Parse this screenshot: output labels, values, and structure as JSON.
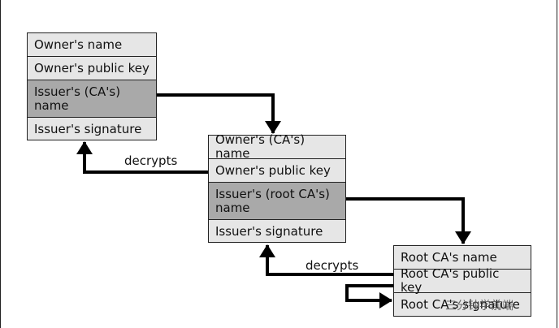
{
  "cert1": {
    "owner_name": "Owner's name",
    "owner_key": "Owner's public key",
    "issuer_name": "Issuer's (CA's) name",
    "issuer_sig": "Issuer's signature"
  },
  "cert2": {
    "owner_name": "Owner's (CA's) name",
    "owner_key": "Owner's public key",
    "issuer_name": "Issuer's (root CA's) name",
    "issuer_sig": "Issuer's signature"
  },
  "cert3": {
    "name": "Root CA's name",
    "key": "Root CA's public key",
    "sig": "Root CA's signature"
  },
  "labels": {
    "decrypts_1": "decrypts",
    "decrypts_2": "decrypts"
  },
  "watermark": "三分钟学前端",
  "colors": {
    "field_bg": "#e6e6e6",
    "issuer_bg": "#a9a9a9",
    "stroke": "#000000"
  }
}
